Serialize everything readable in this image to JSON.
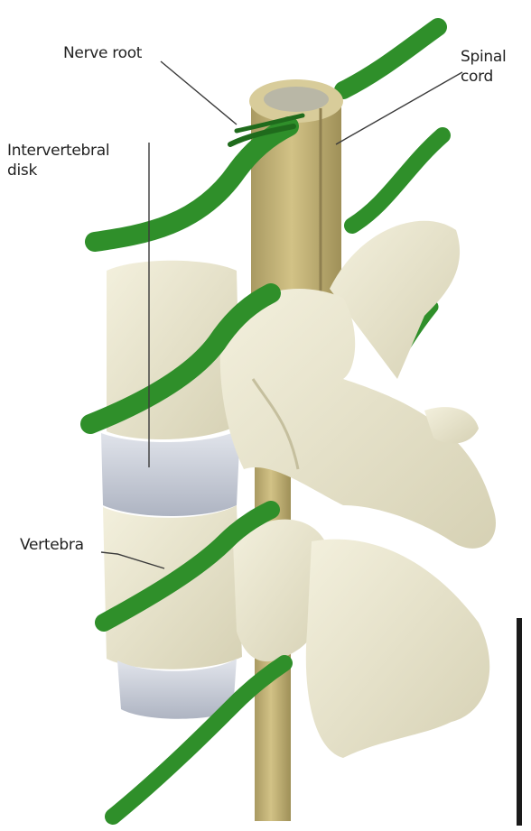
{
  "labels": {
    "nerve_root": "Nerve root",
    "spinal_cord_line1": "Spinal",
    "spinal_cord_line2": "cord",
    "intervertebral_line1": "Intervertebral",
    "intervertebral_line2": "disk",
    "vertebra": "Vertebra"
  },
  "colors": {
    "bone": "#ebe7cf",
    "bone_shadow": "#d2cdae",
    "disk": "#c8ccd6",
    "cord": "#c9b77a",
    "cord_shadow": "#a89860",
    "nerve": "#2f8f2a",
    "nerve_dark": "#1f6b1c",
    "leader_line": "#3a3a3a",
    "label_text": "#222222"
  }
}
